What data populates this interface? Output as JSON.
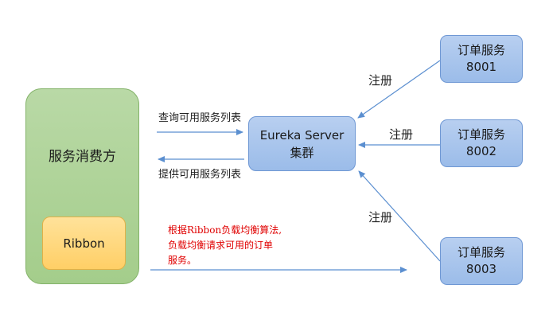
{
  "consumer": {
    "label": "服务消费方"
  },
  "ribbon": {
    "label": "Ribbon"
  },
  "eureka": {
    "line1": "Eureka Server",
    "line2": "集群"
  },
  "orders": [
    {
      "name": "订单服务",
      "port": "8001"
    },
    {
      "name": "订单服务",
      "port": "8002"
    },
    {
      "name": "订单服务",
      "port": "8003"
    }
  ],
  "edges": {
    "query": "查询可用服务列表",
    "provide": "提供可用服务列表",
    "register": "注册"
  },
  "note": {
    "line1": "根据Ribbon负载均衡算法,",
    "line2": "负载均衡请求可用的订单",
    "line3": "服务。"
  },
  "colors": {
    "arrow": "#5b8fd0",
    "note": "#e00000"
  }
}
